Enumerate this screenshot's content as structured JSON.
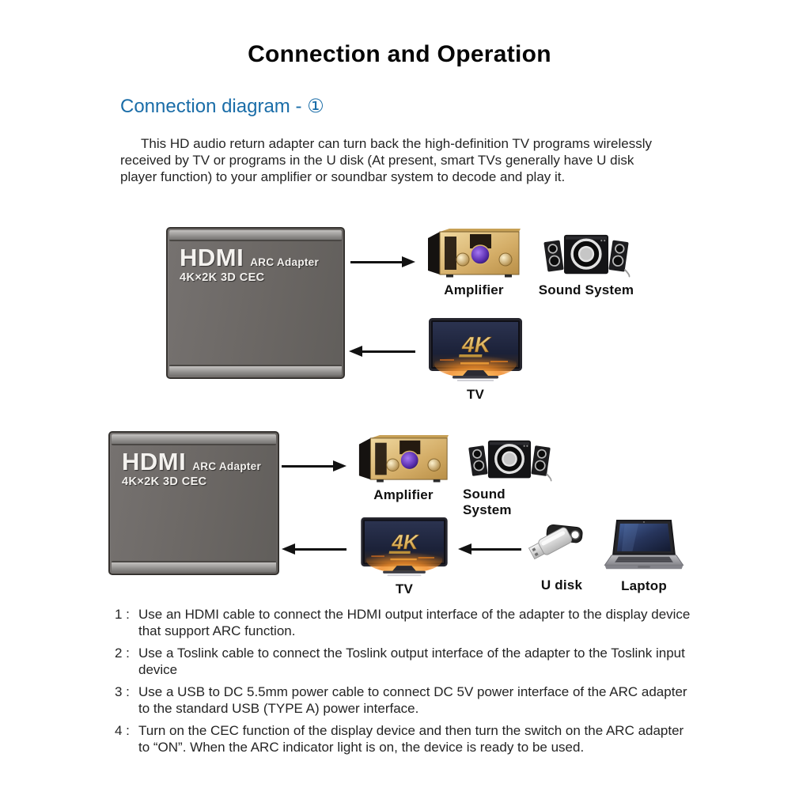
{
  "page": {
    "title": "Connection and Operation",
    "section_heading": "Connection diagram - ①",
    "intro": "This HD audio return adapter can turn back the high-definition TV programs wirelessly received by TV or programs in the U disk (At present, smart TVs generally have U disk player function) to your amplifier or soundbar system to decode and play it."
  },
  "adapter": {
    "brand": "HDMI",
    "type": "ARC Adapter",
    "specs": "4K×2K 3D CEC"
  },
  "devices": {
    "amplifier": "Amplifier",
    "sound_system": "Sound System",
    "tv": "TV",
    "udisk": "U disk",
    "laptop": "Laptop",
    "tv_screen_text": "4K"
  },
  "instructions": [
    {
      "marker": "1 :",
      "text": "Use an HDMI cable to connect the HDMI output interface of the adapter to the display device that support ARC function."
    },
    {
      "marker": "2 :",
      "text": "Use a Toslink cable to connect the Toslink output interface of the adapter to the Toslink input device"
    },
    {
      "marker": "3 :",
      "text": "Use a USB to DC 5.5mm power cable to connect DC 5V power interface of the ARC adapter to the standard USB (TYPE A) power interface."
    },
    {
      "marker": "4 :",
      "text": "Turn on the CEC function of the display device and then turn the switch on the ARC adapter to “ON”. When the ARC indicator light is on, the device is ready to be used."
    }
  ],
  "colors": {
    "heading_blue": "#1a6da8",
    "body_text": "#242424",
    "arrow_black": "#121212",
    "adapter_gray": "#6b6764"
  }
}
